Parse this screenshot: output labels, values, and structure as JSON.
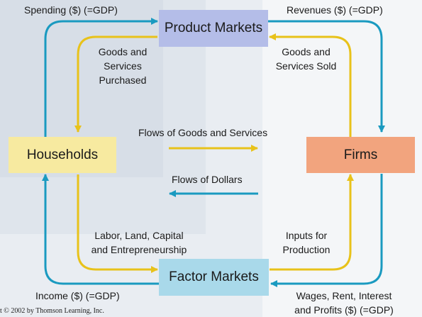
{
  "nodes": {
    "product_markets": "Product Markets",
    "households": "Households",
    "firms": "Firms",
    "factor_markets": "Factor Markets"
  },
  "labels": {
    "spending": "Spending ($) (=GDP)",
    "revenues": "Revenues ($) (=GDP)",
    "goods_purchased": [
      "Goods and",
      "Services",
      "Purchased"
    ],
    "goods_sold": [
      "Goods and",
      "Services Sold"
    ],
    "flows_goods": "Flows of Goods and Services",
    "flows_dollars": "Flows of Dollars",
    "labor_land": [
      "Labor, Land, Capital",
      "and Entrepreneurship"
    ],
    "inputs_production": [
      "Inputs for",
      "Production"
    ],
    "income": "Income ($) (=GDP)",
    "wages_rent": [
      "Wages, Rent, Interest",
      "and Profits ($) (=GDP)"
    ]
  },
  "copyright": "t © 2002 by Thomson Learning, Inc.",
  "colors": {
    "dollar_flow": "#1a9ac0",
    "goods_flow": "#e8c21a",
    "product_markets_fill": "#b4bde8",
    "factor_markets_fill": "#a9d9ea",
    "households_fill": "#f7eaa0",
    "firms_fill": "#f2a47e",
    "background_band": "#dde3ea"
  }
}
